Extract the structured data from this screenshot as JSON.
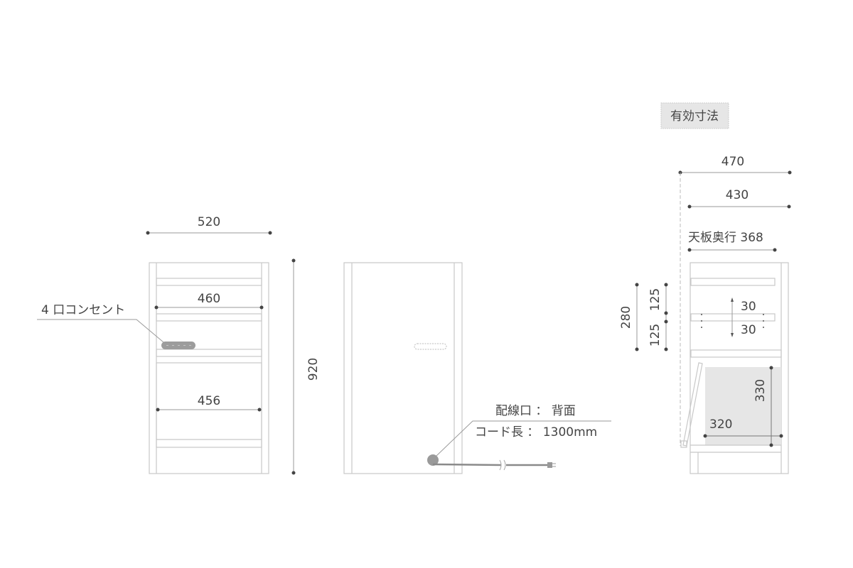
{
  "title_badge": "有効寸法",
  "front_view": {
    "width_label": "520",
    "height_label": "920",
    "inner_width_label": "460",
    "drawer_width_label": "456",
    "outlet_label": "4 口コンセント"
  },
  "back_view": {
    "wiring_label": "配線口 ： 背面",
    "cord_label": "コード長 ： 1300mm"
  },
  "side_view": {
    "depth_label": "470",
    "inner_depth_label": "430",
    "top_depth_label": "天板奥行 368",
    "shelf_pitch_total": "280",
    "shelf_pitch_upper": "125",
    "shelf_pitch_lower": "125",
    "adjust_up": "30",
    "adjust_down": "30",
    "drawer_depth_label": "320",
    "drawer_height_label": "330"
  },
  "colors": {
    "line": "#c8c8c8",
    "text": "#444444",
    "fill": "#e6e6e6"
  }
}
